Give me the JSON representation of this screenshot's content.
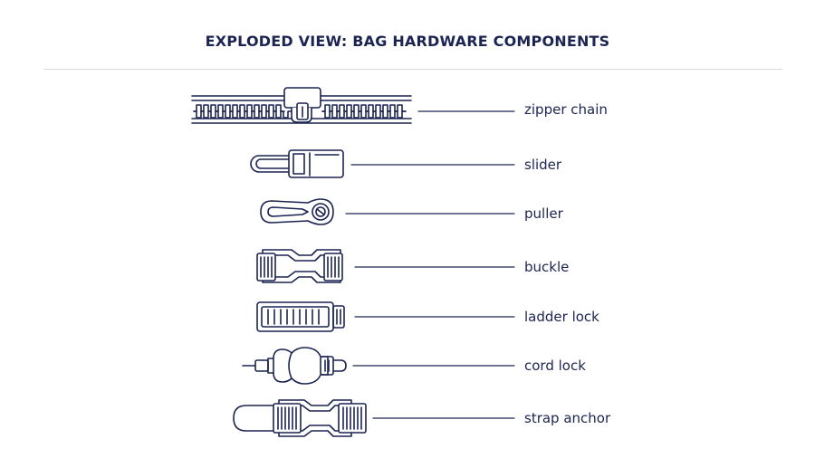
{
  "title": "EXPLODED VIEW: BAG HARDWARE COMPONENTS",
  "components": [
    {
      "label": "zipper chain",
      "icon": "zipper-chain-icon"
    },
    {
      "label": "slider",
      "icon": "slider-icon"
    },
    {
      "label": "puller",
      "icon": "puller-icon"
    },
    {
      "label": "buckle",
      "icon": "buckle-icon"
    },
    {
      "label": "ladder lock",
      "icon": "ladder-lock-icon"
    },
    {
      "label": "cord lock",
      "icon": "cord-lock-icon"
    },
    {
      "label": "strap anchor",
      "icon": "strap-anchor-icon"
    }
  ],
  "colors": {
    "ink": "#1c2452",
    "divider": "#d6d8de",
    "background": "#ffffff"
  }
}
